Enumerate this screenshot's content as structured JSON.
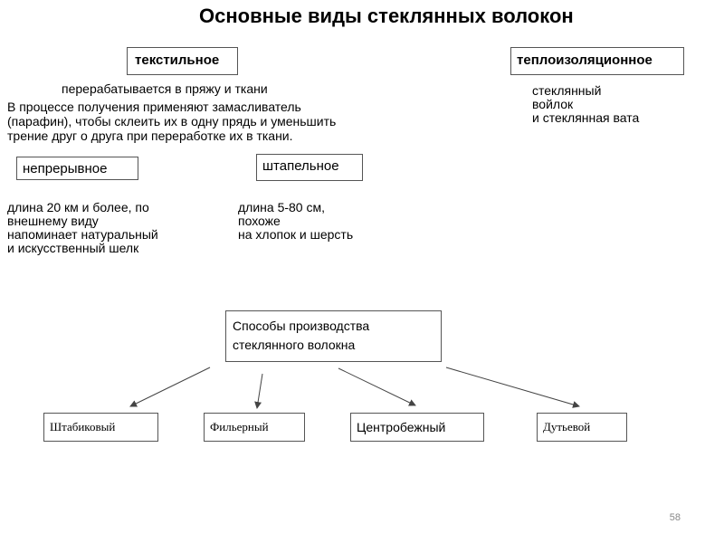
{
  "title": "Основные виды стеклянных волокон",
  "textile": {
    "label": "текстильное",
    "desc1": "перерабатывается в пряжу и ткани",
    "desc2": "В процессе получения применяют замасливатель (парафин), чтобы склеить их в одну прядь и уменьшить трение друг о друга при переработке их в ткани."
  },
  "insulation": {
    "label": "теплоизоляционное",
    "desc": "стеклянный\nвойлок\nи стеклянная вата"
  },
  "continuous": {
    "label": "непрерывное",
    "desc": "длина 20 км и более, по\nвнешнему виду\nнапоминает натуральный\nи искусственный шелк"
  },
  "staple": {
    "label": "штапельное",
    "desc": "длина 5-80 см,\nпохоже\nна хлопок и шерсть"
  },
  "production": {
    "label": "Способы производства стеклянного волокна"
  },
  "methods": [
    "Штабиковый",
    "Фильерный",
    "Центробежный",
    "Дутьевой"
  ],
  "page_number": "58"
}
